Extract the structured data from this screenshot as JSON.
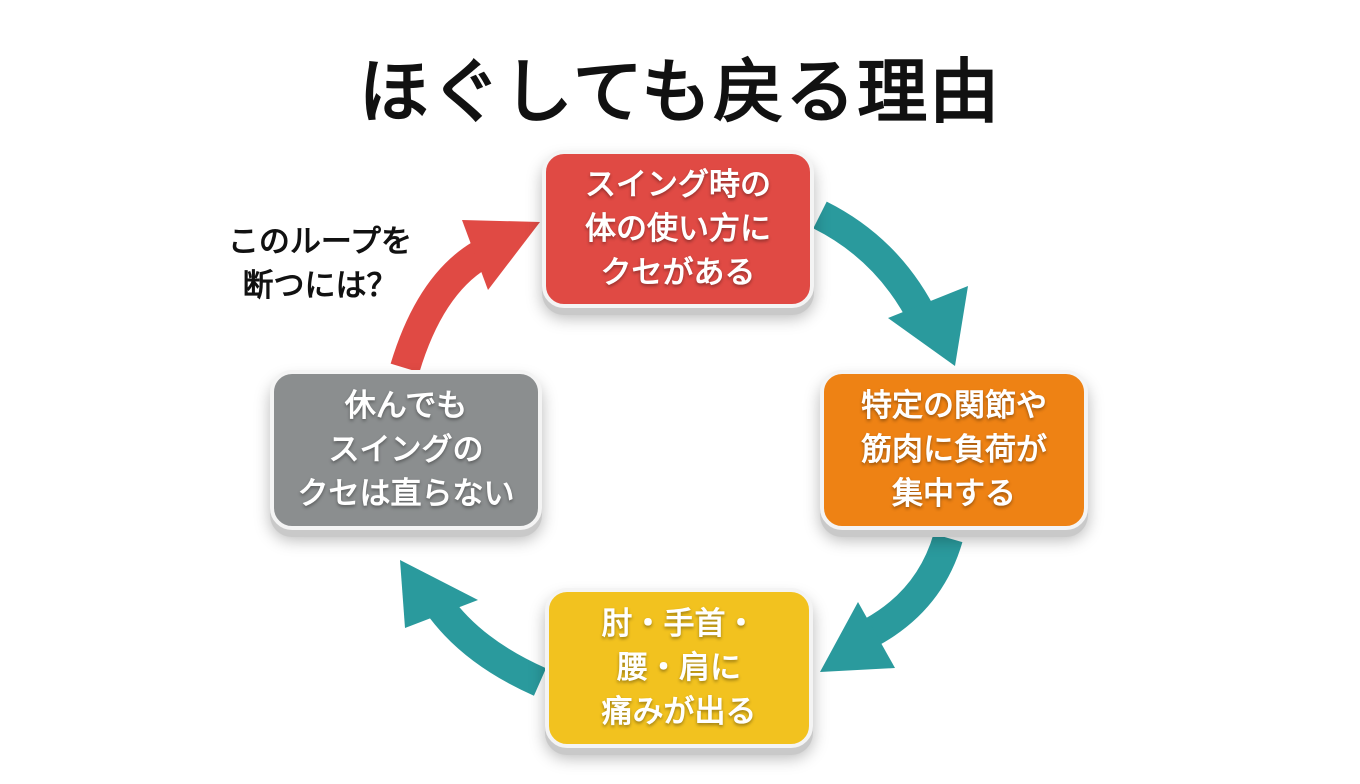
{
  "title": "ほぐしても戻る理由",
  "question": "このループを\n断つには？",
  "cycle": {
    "nodes": [
      {
        "id": "top",
        "text": "スイング時の\n体の使い方に\nクセがある",
        "color": "#e04a44"
      },
      {
        "id": "right",
        "text": "特定の関節や\n筋肉に負荷が\n集中する",
        "color": "#ee8214"
      },
      {
        "id": "bottom",
        "text": "肘・手首・\n腰・肩に\n痛みが出る",
        "color": "#f2c21f"
      },
      {
        "id": "left",
        "text": "休んでも\nスイングの\nクセは直らない",
        "color": "#8b8e8f"
      }
    ],
    "arrow_colors": {
      "teal": "#2a9a9d",
      "red": "#e04a44"
    }
  }
}
